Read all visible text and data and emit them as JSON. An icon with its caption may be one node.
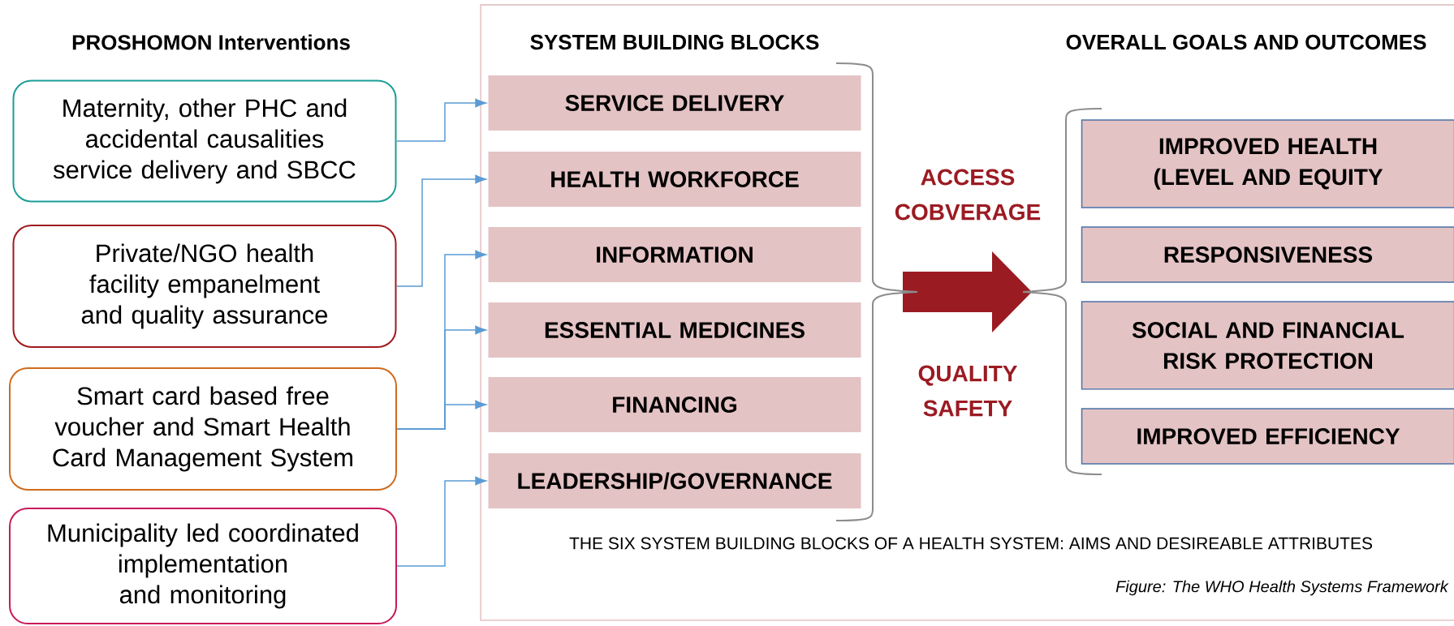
{
  "diagram": {
    "caption": "Figure: The WHO Health Systems Framework",
    "nodes": [
      {
        "text": [
          "Maternity, other PHC and accidental causalities service delivery and SBCC"
        ]
      },
      {
        "text": [
          "Private/NGO health facility empanelment and quality assurance"
        ]
      },
      {
        "text": [
          "Smart card based free voucher and Smart Health Card Management System"
        ]
      },
      {
        "text": [
          "Municipality led coordinated implementation and monitoring"
        ]
      },
      {
        "text": [
          "SERVICE DELIVERY"
        ]
      },
      {
        "text": [
          "HEALTH WORKFORCE"
        ]
      },
      {
        "text": [
          "INFORMATION"
        ]
      },
      {
        "text": [
          "ESSENTIAL MEDICINES"
        ]
      },
      {
        "text": [
          "FINANCING"
        ]
      },
      {
        "text": [
          "LEADERSHIP/GOVERNANCE"
        ]
      },
      {
        "text": [
          "IMPROVED HEALTH (LEVEL AND EQUITY"
        ]
      },
      {
        "text": [
          "RESPONSIVENESS"
        ]
      },
      {
        "text": [
          "SOCIAL AND FINANCIAL RISK PROTECTION"
        ]
      },
      {
        "text": [
          "IMPROVED EFFICIENCY"
        ]
      }
    ],
    "edges": [
      {
        "from": 0,
        "to": 4,
        "arrow": "to"
      },
      {
        "from": 1,
        "to": 5,
        "arrow": "to"
      },
      {
        "from": 2,
        "to": 6,
        "arrow": "to"
      },
      {
        "from": 2,
        "to": 7,
        "arrow": "to"
      },
      {
        "from": 2,
        "to": 8,
        "arrow": "to"
      },
      {
        "from": 3,
        "to": 9,
        "arrow": "to"
      }
    ],
    "labels": [
      "PROSHOMON Interventions",
      "SYSTEM BUILDING BLOCKS",
      "OVERALL GOALS AND OUTCOMES",
      "ACCESS COBVERAGE",
      "QUALITY SAFETY",
      "THE SIX SYSTEM BUILDING BLOCKS OF A HEALTH SYSTEM: AIMS AND DESIREABLE ATTRIBUTES"
    ]
  }
}
